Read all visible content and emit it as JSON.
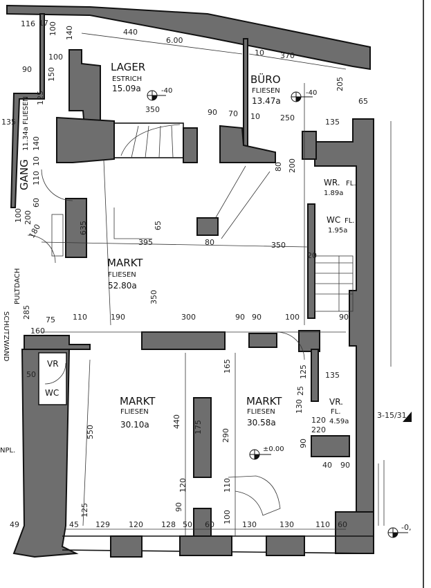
{
  "rooms": {
    "lager": {
      "name": "LAGER",
      "floor": "ESTRICH",
      "area": "15.09a",
      "level": "-40"
    },
    "buero": {
      "name": "BÜRO",
      "floor": "FLIESEN",
      "area": "13.47a",
      "level": "-40"
    },
    "gang": {
      "name": "GANG",
      "info": "11.34a FLIESEN"
    },
    "markt1": {
      "name": "MARKT",
      "floor": "FLIESEN",
      "area": "52.80a"
    },
    "wr": {
      "name": "WR.",
      "floor": "FL.",
      "area": "1.89a"
    },
    "wc": {
      "name": "WC",
      "floor": "FL.",
      "area": "1.95a"
    },
    "markt2": {
      "name": "MARKT",
      "floor": "FLIESEN",
      "area": "30.10a"
    },
    "markt3": {
      "name": "MARKT",
      "floor": "FLIESEN",
      "area": "30.58a",
      "level": "±0.00"
    },
    "vr_right": {
      "name": "VR.",
      "floor": "FL.",
      "area": "4.59a"
    },
    "vr_left": {
      "name": "VR"
    },
    "wc_left": {
      "name": "WC"
    }
  },
  "annotations": {
    "schutzwand": "SCHUTZWAND",
    "pultdach": "PULTDACH",
    "pultdach_dim": "285",
    "npl": "NPL.",
    "stairs": "3-15/31",
    "outside_level": "-0,"
  },
  "dimensions": [
    "116",
    "17",
    "100",
    "140",
    "440",
    "6.00",
    "10",
    "370",
    "100",
    "90",
    "150",
    "205",
    "65",
    "125",
    "350",
    "90",
    "70",
    "10",
    "250",
    "135",
    "135",
    "140",
    "10",
    "110",
    "60",
    "100",
    "200",
    "180",
    "635",
    "395",
    "65",
    "80",
    "350",
    "350",
    "20",
    "160",
    "75",
    "110",
    "190",
    "300",
    "90",
    "90",
    "100",
    "90",
    "80",
    "200",
    "50",
    "165",
    "125",
    "550",
    "440",
    "175",
    "290",
    "130",
    "120",
    "220",
    "90",
    "40",
    "90",
    "120",
    "110",
    "90",
    "100",
    "125",
    "45",
    "129",
    "120",
    "128",
    "50",
    "60",
    "130",
    "130",
    "110",
    "60",
    "49",
    "25",
    "135"
  ]
}
